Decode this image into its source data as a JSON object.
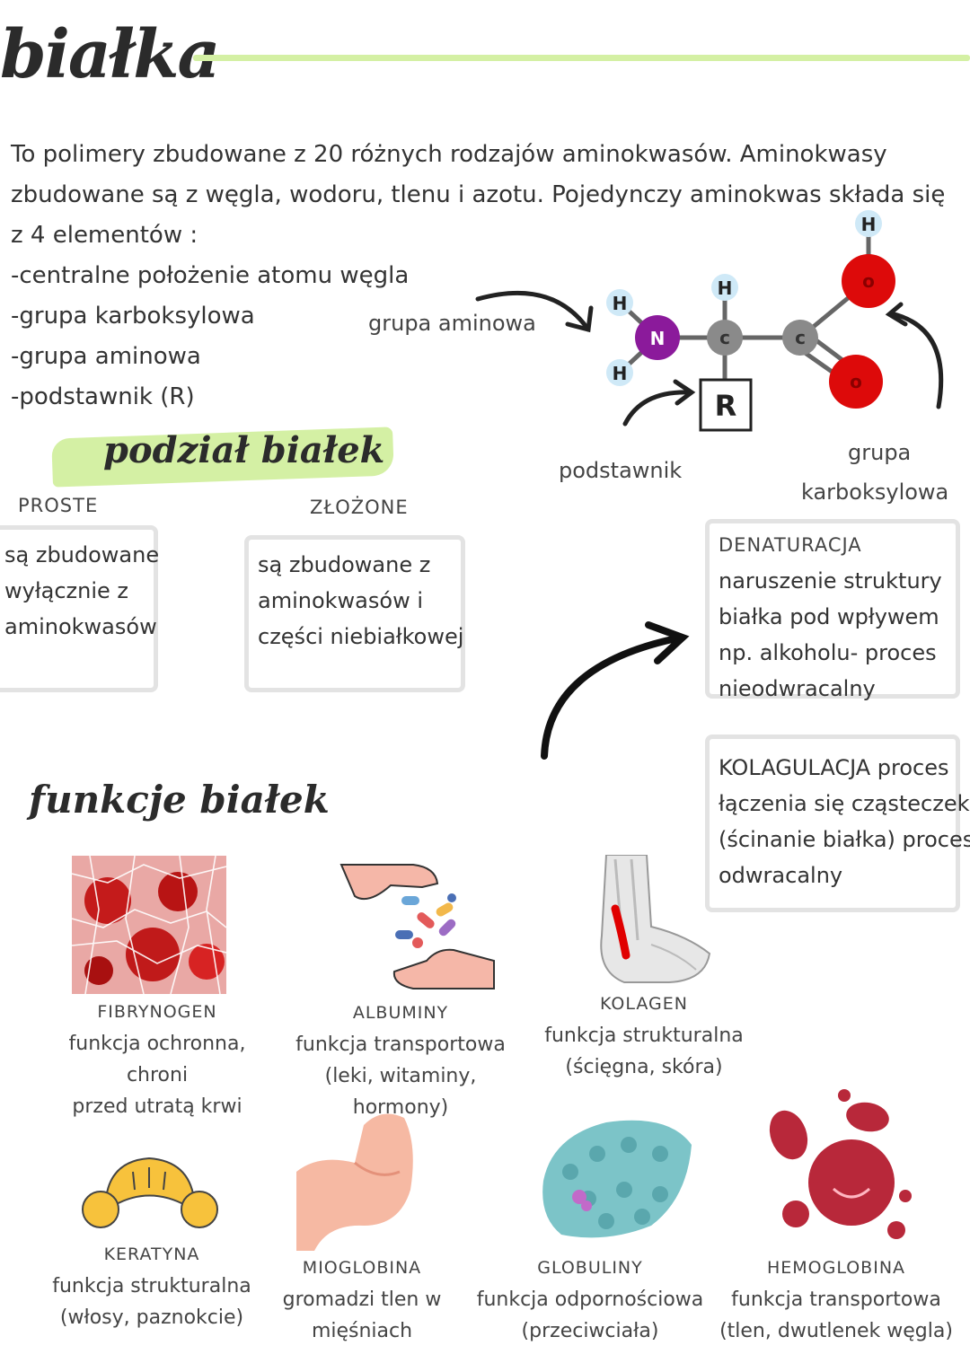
{
  "title": "białka",
  "intro": "To polimery zbudowane z 20 różnych rodzajów aminokwasów. Aminokwasy zbudowane są z węgla, wodoru, tlenu i azotu. Pojedynczy aminokwas składa się z 4 elementów :",
  "elements_list": [
    "-centralne położenie atomu węgla",
    "-grupa karboksylowa",
    "-grupa aminowa",
    "-podstawnik (R)"
  ],
  "diagram": {
    "label_amino": "grupa aminowa",
    "label_substituent": "podstawnik",
    "label_carboxyl_1": "grupa",
    "label_carboxyl_2": "karboksylowa",
    "atoms": {
      "h": "H",
      "n": "N",
      "c": "c",
      "o": "o",
      "r": "R"
    }
  },
  "division": {
    "heading": "podział białek",
    "simple": {
      "title": "PROSTE",
      "lines": [
        "są zbudowane",
        "wyłącznie z",
        "aminokwasów"
      ]
    },
    "complex": {
      "title": "ZŁOŻONE",
      "lines": [
        "są zbudowane z",
        "aminokwasów i",
        "części niebiałkowej"
      ]
    }
  },
  "denaturation": {
    "lines": [
      "DENATURACJA",
      "naruszenie struktury",
      "białka pod wpływem",
      "np. alkoholu- proces",
      "nieodwracalny"
    ]
  },
  "coagulation": {
    "lines": [
      "KOLAGULACJA proces",
      "łączenia się cząsteczek",
      "(ścinanie białka) proces",
      "odwracalny"
    ]
  },
  "functions": {
    "heading": "funkcje białek",
    "items": [
      {
        "name": "FIBRYNOGEN",
        "l1": "funkcja ochronna, chroni",
        "l2": "przed utratą krwi"
      },
      {
        "name": "ALBUMINY",
        "l1": "funkcja transportowa",
        "l2": "(leki, witaminy, hormony)"
      },
      {
        "name": "KOLAGEN",
        "l1": "funkcja strukturalna",
        "l2": "(ścięgna, skóra)"
      },
      {
        "name": "KERATYNA",
        "l1": "funkcja strukturalna",
        "l2": "(włosy, paznokcie)"
      },
      {
        "name": "MIOGLOBINA",
        "l1": "gromadzi tlen w",
        "l2": "mięśniach"
      },
      {
        "name": "GLOBULINY",
        "l1": "funkcja odpornościowa",
        "l2": "(przeciwciała)"
      },
      {
        "name": "HEMOGLOBINA",
        "l1": "funkcja transportowa",
        "l2": "(tlen, dwutlenek węgla)"
      }
    ]
  },
  "colors": {
    "highlight": "#d4f0a4",
    "nitrogen": "#8b1a9b",
    "oxygen": "#dd0a0a",
    "carbon": "#8a8a8a",
    "hydrogen": "#cfe9f7"
  }
}
